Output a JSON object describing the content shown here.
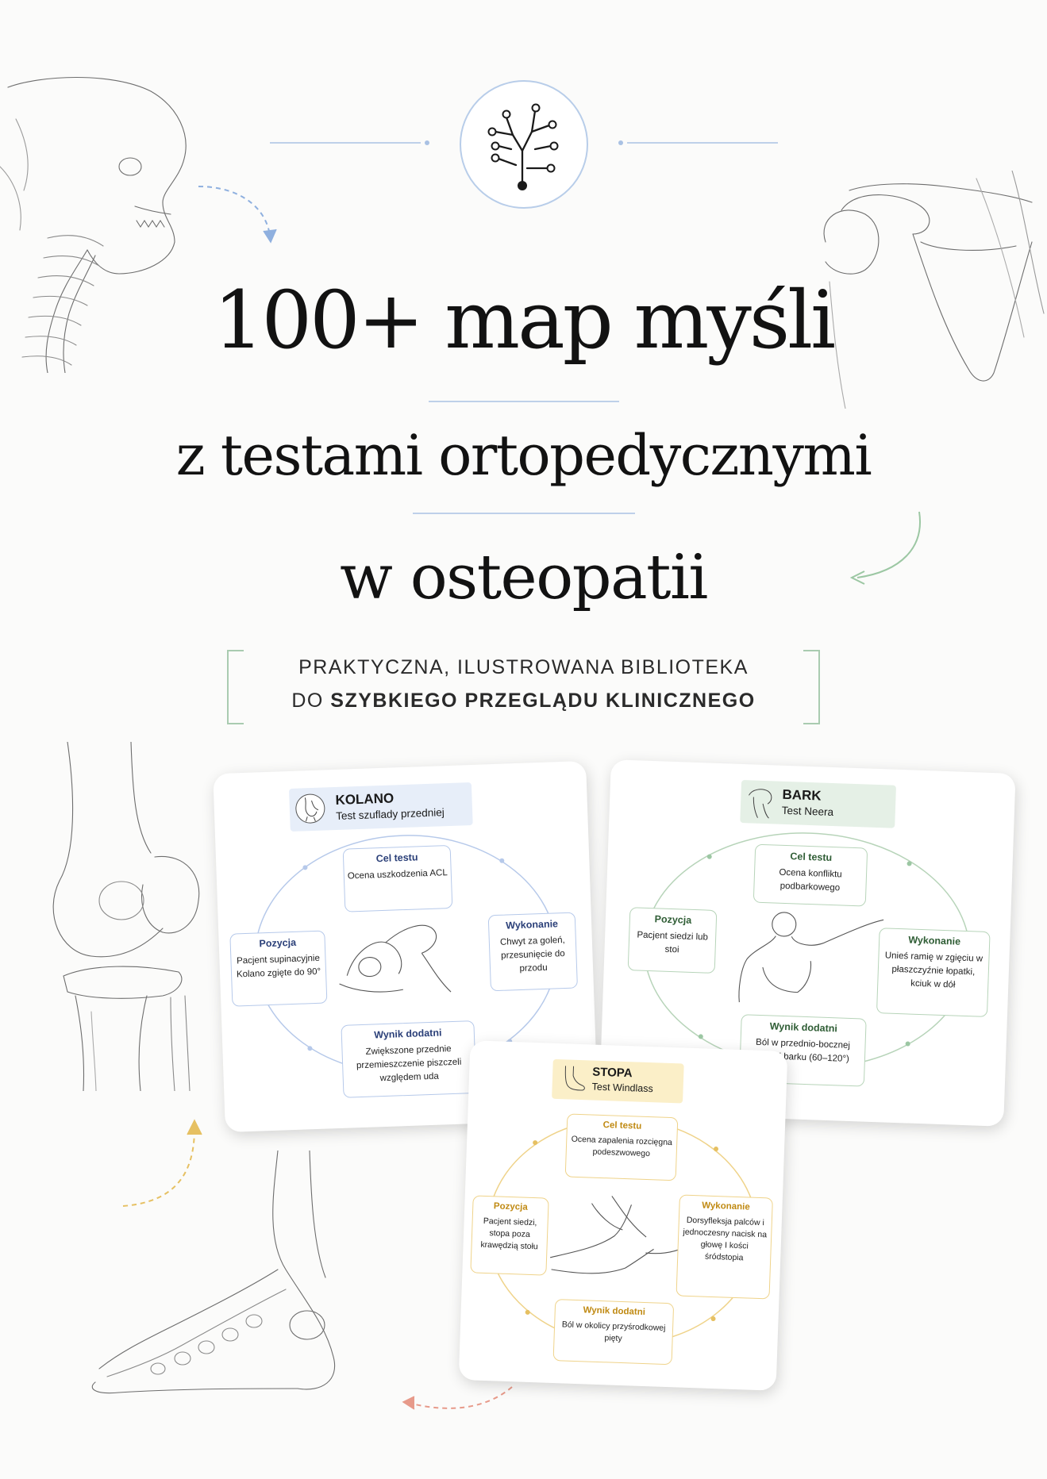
{
  "title": {
    "line1": "100+ map myśli",
    "line2": "z testami ortopedycznymi",
    "line3": "w  osteopatii"
  },
  "subtitle": {
    "line1": "PRAKTYCZNA, ILUSTROWANA BIBLIOTEKA",
    "line2_prefix": "DO ",
    "line2_bold": "SZYBKIEGO PRZEGLĄDU KLINICZNEGO"
  },
  "cards": {
    "kolano": {
      "title": "KOLANO",
      "subtitle": "Test szuflady przedniej",
      "top_head": "Cel testu",
      "top_text": "Ocena uszkodzenia ACL",
      "left_head": "Pozycja",
      "left_text": "Pacjent supinacyjnie Kolano zgięte do 90°",
      "right_head": "Wykonanie",
      "right_text": "Chwyt za goleń, przesunięcie do przodu",
      "bottom_head": "Wynik dodatni",
      "bottom_text": "Zwiększone przednie przemieszczenie piszczeli względem uda"
    },
    "bark": {
      "title": "BARK",
      "subtitle": "Test Neera",
      "top_head": "Cel testu",
      "top_text": "Ocena konfliktu podbarkowego",
      "left_head": "Pozycja",
      "left_text": "Pacjent siedzi lub stoi",
      "right_head": "Wykonanie",
      "right_text": "Unieś ramię w zgięciu w płaszczyźnie łopatki, kciuk w dół",
      "bottom_head": "Wynik dodatni",
      "bottom_text": "Ból w przednio-bocznej części barku (60–120°)"
    },
    "stopa": {
      "title": "STOPA",
      "subtitle": "Test Windlass",
      "top_head": "Cel testu",
      "top_text": "Ocena zapalenia rozcięgna podeszwowego",
      "left_head": "Pozycja",
      "left_text": "Pacjent siedzi, stopa poza krawędzią stołu",
      "right_head": "Wykonanie",
      "right_text": "Dorsyfleksja palców i jednoczesny nacisk na głowę I kości śródstopia",
      "bottom_head": "Wynik dodatni",
      "bottom_text": "Ból w okolicy przyśrodkowej pięty"
    }
  },
  "colors": {
    "kolano_accent": "#2a3f78",
    "bark_accent": "#2f5d35",
    "stopa_accent": "#c08a13",
    "divider_blue": "#9db8df",
    "bracket_green": "#a9cbb0"
  },
  "icons": [
    "logo-tree-icon",
    "skull-spine-illustration",
    "shoulder-illustration",
    "knee-illustration",
    "foot-illustration"
  ]
}
